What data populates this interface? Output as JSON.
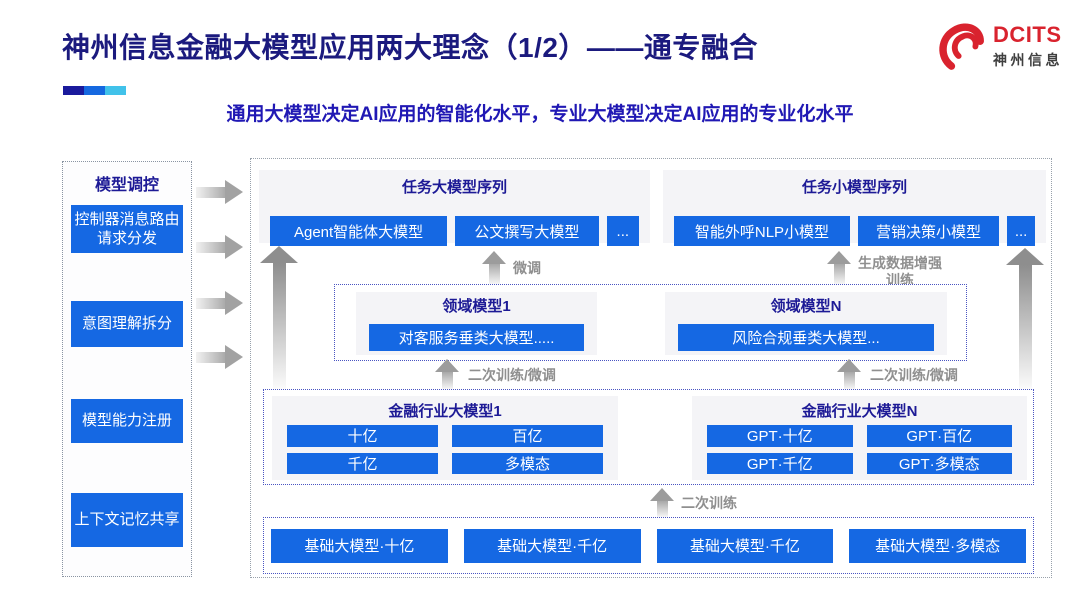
{
  "header": {
    "title": "神州信息金融大模型应用两大理念（1/2）——通专融合",
    "subtitle": "通用大模型决定AI应用的智能化水平，专业大模型决定AI应用的专业化水平",
    "logo": {
      "brand": "DCITS",
      "company": "神州信息"
    }
  },
  "sidebar": {
    "title": "模型调控",
    "items": [
      {
        "label": "控制器消息路由请求分发"
      },
      {
        "label": "意图理解拆分"
      },
      {
        "label": "模型能力注册"
      },
      {
        "label": "上下文记忆共享"
      }
    ]
  },
  "main": {
    "task_large": {
      "title": "任务大模型序列",
      "buttons": [
        "Agent智能体大模型",
        "公文撰写大模型",
        "..."
      ]
    },
    "task_small": {
      "title": "任务小模型序列",
      "buttons": [
        "智能外呼NLP小模型",
        "营销决策小模型",
        "..."
      ]
    },
    "arrows": {
      "finetune": "微调",
      "gen_data": "生成数据增强训练",
      "retrain_left": "二次训练/微调",
      "retrain_right": "二次训练/微调",
      "secondary_train": "二次训练"
    },
    "domain_models": [
      {
        "title": "领域模型1",
        "button": "对客服务垂类大模型....."
      },
      {
        "title": "领域模型N",
        "button": "风险合规垂类大模型..."
      }
    ],
    "industry_models": [
      {
        "title": "金融行业大模型1",
        "buttons": [
          "十亿",
          "百亿",
          "千亿",
          "多模态"
        ]
      },
      {
        "title": "金融行业大模型N",
        "buttons": [
          "GPT·十亿",
          "GPT·百亿",
          "GPT·千亿",
          "GPT·多模态"
        ]
      }
    ],
    "base_models": [
      "基础大模型·十亿",
      "基础大模型·千亿",
      "基础大模型·千亿",
      "基础大模型·多模态"
    ]
  },
  "colors": {
    "button_blue": "#1568e3",
    "title_navy": "#1b1a7e",
    "subtitle_blue": "#2018b4",
    "label_gray": "#8f8f8f",
    "logo_red": "#d9232e",
    "accent_segments": [
      "#1a1a9c",
      "#1568e0",
      "#41c2ea"
    ]
  }
}
